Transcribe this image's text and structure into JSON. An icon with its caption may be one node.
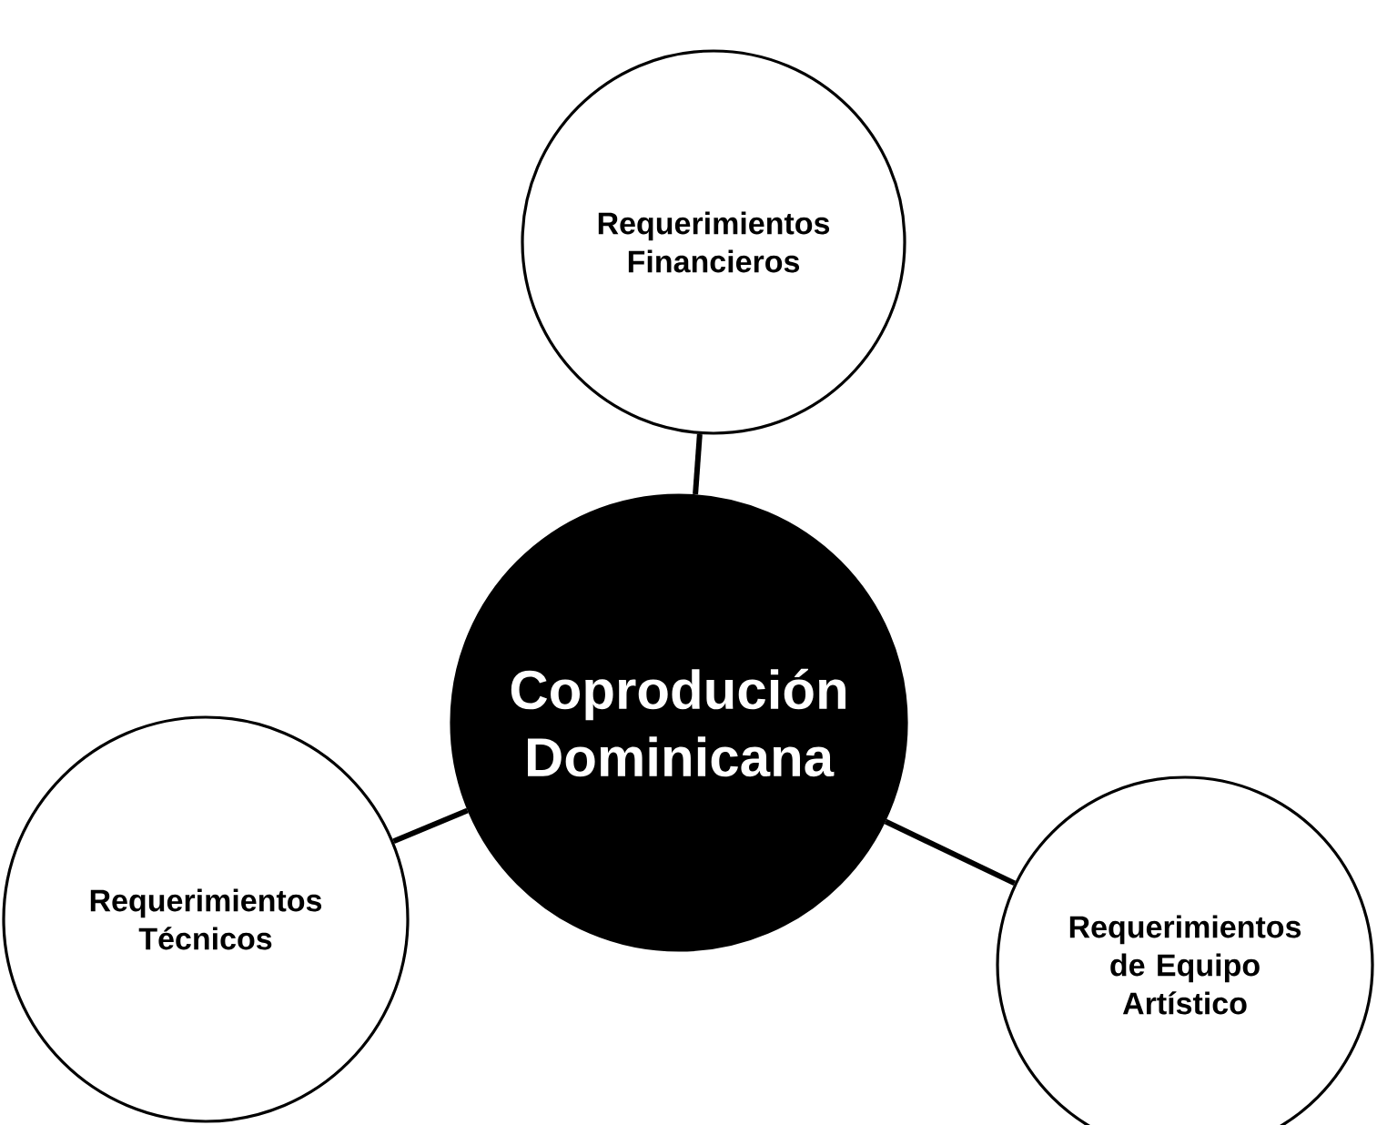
{
  "diagram": {
    "nodes": [
      {
        "text": [
          "Requerimientos Financieros"
        ]
      },
      {
        "text": [
          "Coprodución Dominicana"
        ]
      },
      {
        "text": [
          "Requerimientos Técnicos"
        ]
      },
      {
        "text": [
          "Requerimientos de Equipo Artístico"
        ]
      }
    ],
    "edges": [
      {
        "from": 1,
        "to": 0,
        "arrow": "none"
      },
      {
        "from": 1,
        "to": 2,
        "arrow": "none"
      },
      {
        "from": 1,
        "to": 3,
        "arrow": "none"
      }
    ]
  }
}
